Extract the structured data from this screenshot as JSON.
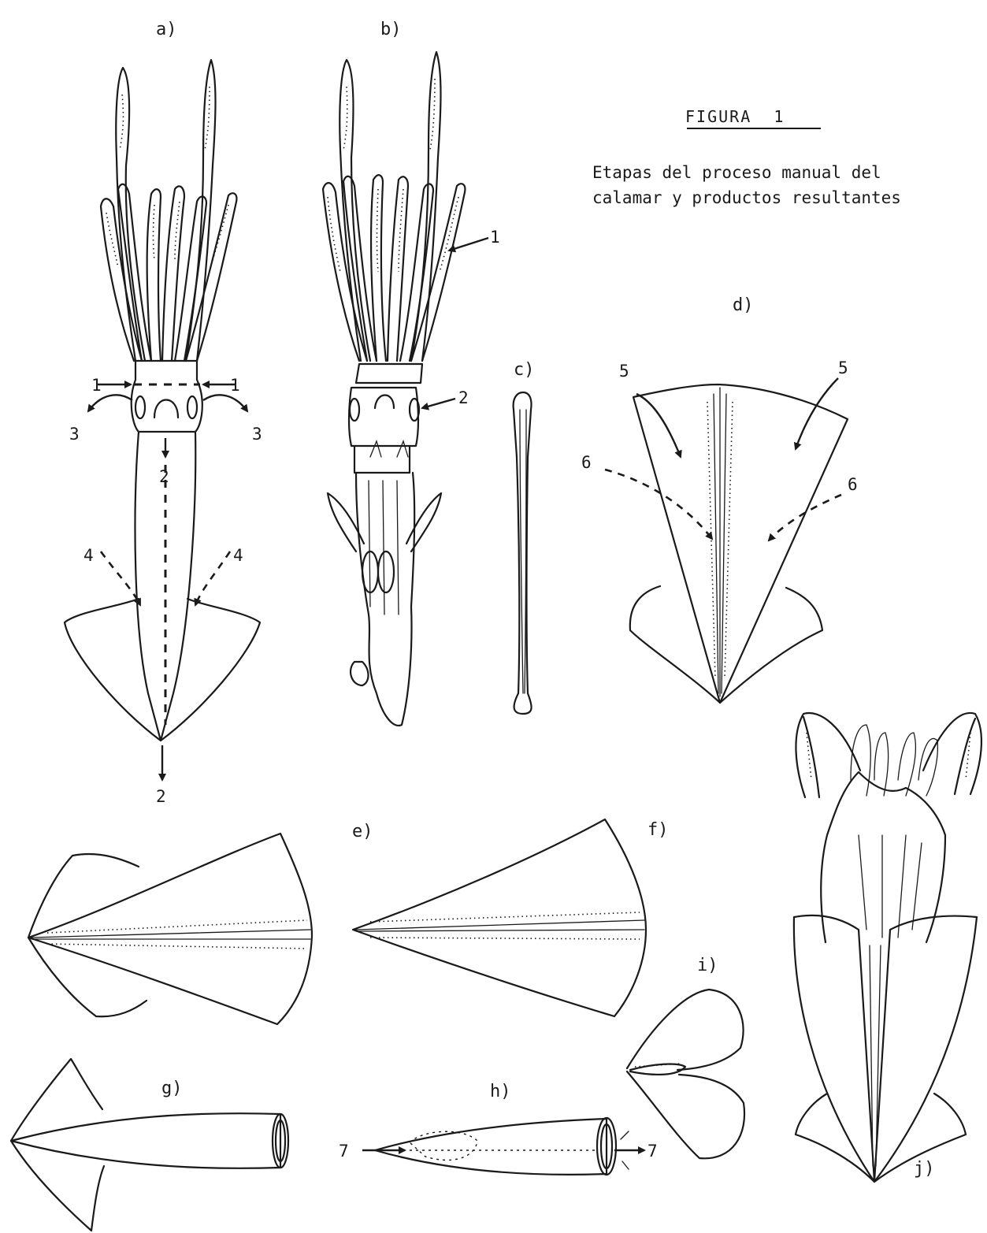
{
  "figure": {
    "title": "FIGURA  1",
    "caption_lines": [
      "Etapas del proceso manual del",
      "calamar y productos resultantes"
    ]
  },
  "panels": {
    "a": "a)",
    "b": "b)",
    "c": "c)",
    "d": "d)",
    "e": "e)",
    "f": "f)",
    "g": "g)",
    "h": "h)",
    "i": "i)",
    "j": "j)"
  },
  "markers": {
    "one": "1",
    "two": "2",
    "three": "3",
    "four": "4",
    "five": "5",
    "six": "6",
    "seven": "7"
  }
}
